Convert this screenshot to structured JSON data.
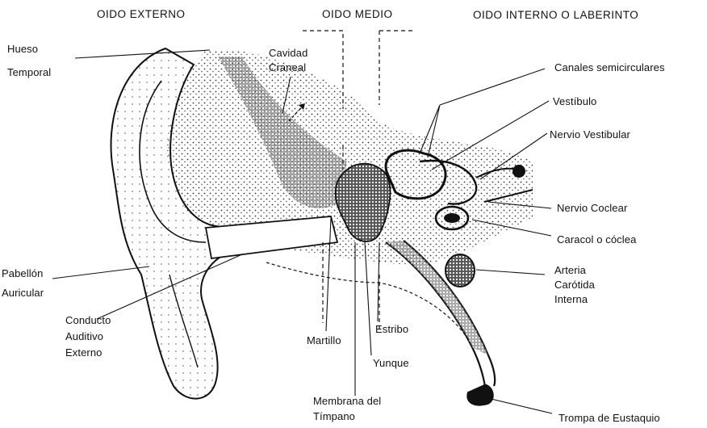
{
  "headers": {
    "outer": "OIDO EXTERNO",
    "middle": "OIDO MEDIO",
    "inner": "OIDO INTERNO O LABERINTO"
  },
  "labels": {
    "temporal_bone": [
      "Hueso",
      "Temporal"
    ],
    "cranial_cavity": [
      "Cavidad",
      "Craneal"
    ],
    "semicircular_canals": "Canales semicirculares",
    "vestibule": "Vestíbulo",
    "vestibular_nerve": "Nervio Vestibular",
    "cochlear_nerve": "Nervio Coclear",
    "cochlea": "Caracol o cóclea",
    "carotid_artery": [
      "Arteria",
      "Carótida",
      "Interna"
    ],
    "auricle": [
      "Pabellón",
      "Auricular"
    ],
    "external_canal": [
      "Conducto",
      "Auditivo",
      "Externo"
    ],
    "malleus": "Martillo",
    "stapes": "Estribo",
    "incus": "Yunque",
    "tympanic_membrane": [
      "Membrana del",
      "Tímpano"
    ],
    "eustachian_tube": "Trompa de Eustaquio"
  },
  "colors": {
    "ink": "#111111",
    "stipple": "#3a3a3a",
    "paper": "#ffffff"
  }
}
